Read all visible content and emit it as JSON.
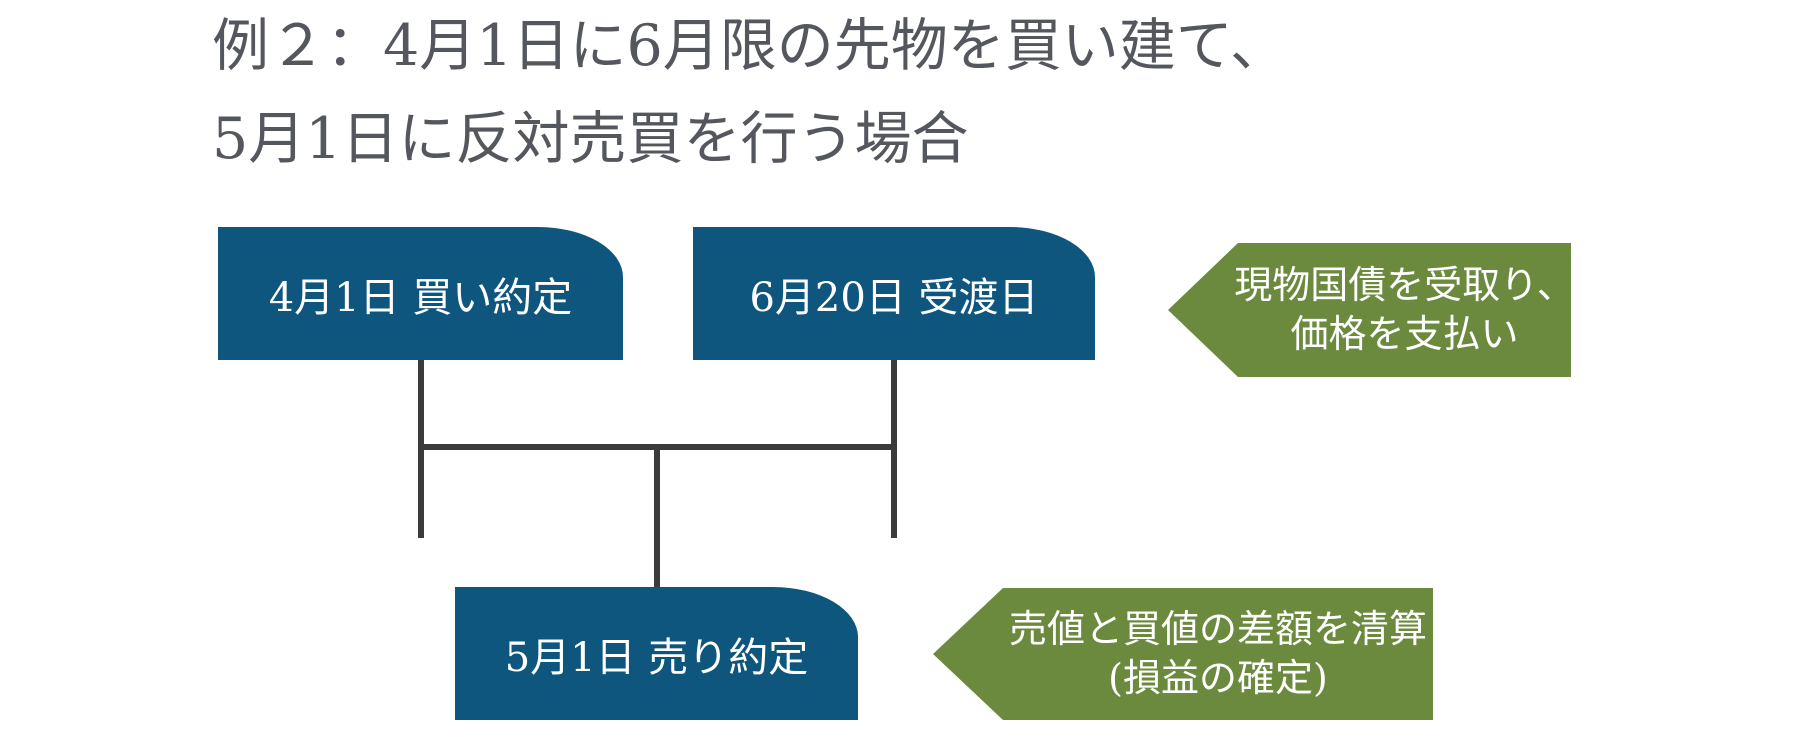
{
  "title": {
    "line1": "例２：4月1日に6月限の先物を買い建て、",
    "line2": "5月1日に反対売買を行う場合"
  },
  "diagram": {
    "nodes": [
      {
        "id": "buy",
        "label": "4月1日 買い約定"
      },
      {
        "id": "delivery",
        "label": "6月20日 受渡日"
      },
      {
        "id": "sell",
        "label": "5月1日 売り約定"
      }
    ],
    "callouts": [
      {
        "id": "delivery-note",
        "line1": "現物国債を受取り、",
        "line2": "価格を支払い"
      },
      {
        "id": "settlement-note",
        "line1": "売値と買値の差額を清算",
        "line2": "(損益の確定)"
      }
    ]
  },
  "colors": {
    "node_fill": "#0e567e",
    "callout_fill": "#6b8a3e",
    "connector": "#3b3b3b",
    "title_text": "#54575e",
    "node_text": "#ffffff",
    "page_bg": "#ffffff"
  }
}
